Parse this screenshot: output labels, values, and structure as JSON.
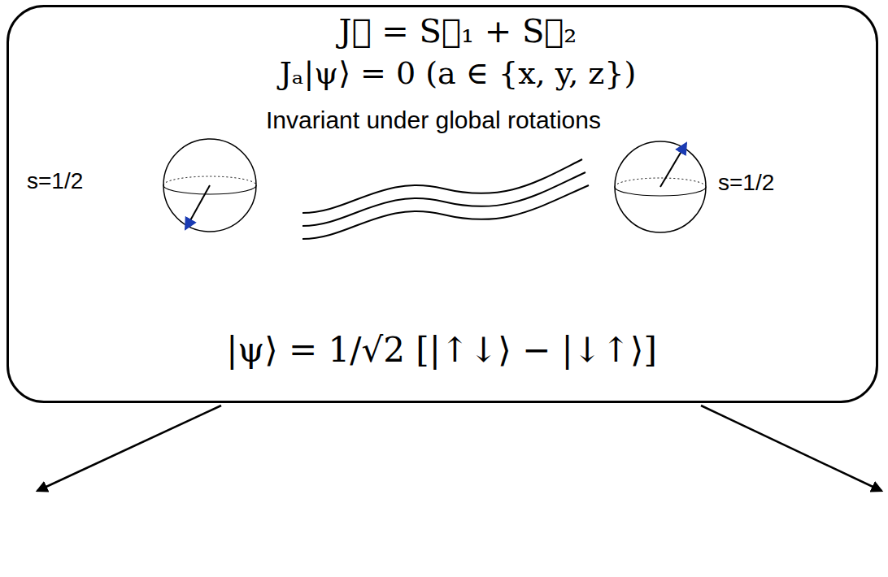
{
  "diagram": {
    "nodes": [
      {
        "text": [
          "J⃗ = S⃗₁ + S⃗₂",
          "Jₐ|ψ⟩ = 0 (a ∈ {x, y, z})",
          "Invariant under global rotations",
          "s=1/2",
          "s=1/2",
          "|ψ⟩ = 1/√2 [|↑↓⟩ − |↓↑⟩]"
        ]
      }
    ]
  }
}
